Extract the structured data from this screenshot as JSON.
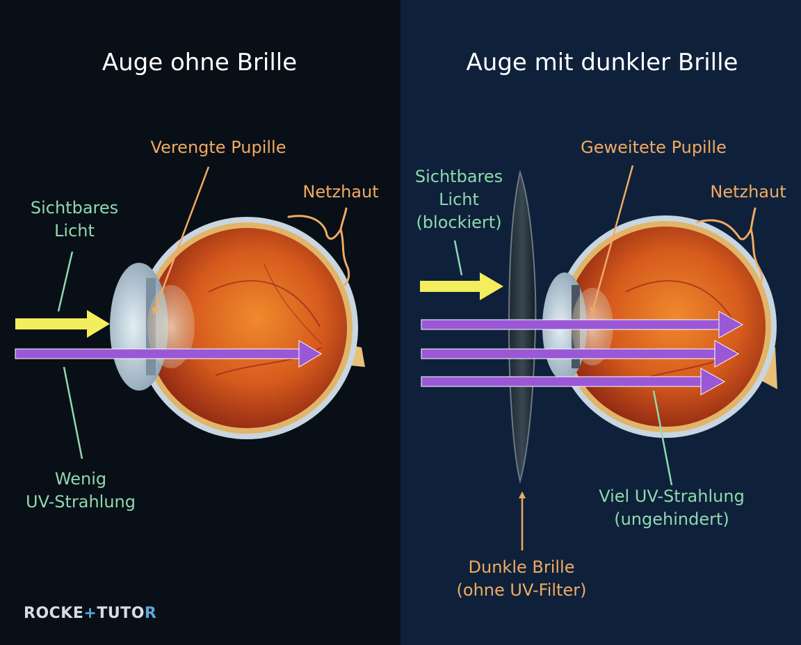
{
  "panels": {
    "left": {
      "title": "Auge ohne Brille",
      "labels": {
        "visible_light": [
          "Sichtbares",
          "Licht"
        ],
        "pupil": "Verengte Pupille",
        "retina": "Netzhaut",
        "uv": [
          "Wenig",
          "UV-Strahlung"
        ]
      }
    },
    "right": {
      "title": "Auge mit dunkler Brille",
      "labels": {
        "visible_light": [
          "Sichtbares",
          "Licht",
          "(blockiert)"
        ],
        "pupil": "Geweitete Pupille",
        "retina": "Netzhaut",
        "uv": [
          "Viel UV-Strahlung",
          "(ungehindert)"
        ],
        "glasses": [
          "Dunkle Brille",
          "(ohne UV-Filter)"
        ]
      }
    }
  },
  "logo": {
    "part1": "ROCKE",
    "plus": "+",
    "part2": "TUTO",
    "part3": "R"
  },
  "colors": {
    "left_background": "#090f17",
    "right_background": "#0f213a",
    "visible_light_arrow": "#f4ee5e",
    "uv_arrow": "#9a58d6",
    "label_green": "#8fd9b0",
    "label_orange": "#f2aa63",
    "eye_red": "#cf4a1c",
    "sclera": "#b8cad6"
  }
}
